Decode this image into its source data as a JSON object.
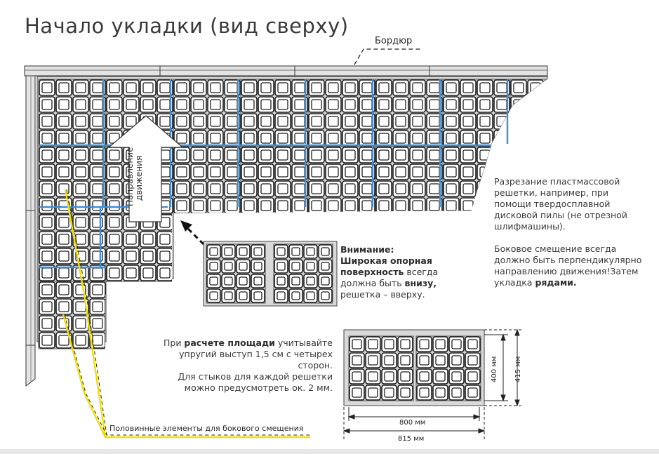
{
  "title": "Начало укладки (вид сверху)",
  "curb_label": "Бордюр",
  "direction_label": {
    "line1": "Направление",
    "line2": "движения"
  },
  "attention": {
    "heading": "Внимание:",
    "line2_bold": "Широкая опорная",
    "line3_bold": "поверхность",
    "line3_rest": " всегда",
    "line4_pre": "должна быть ",
    "line4_bold": "внизу,",
    "line5": "решетка – вверху."
  },
  "right_text": {
    "p1_l1": "Разрезание пластмассовой",
    "p1_l2": "решетки, например, при",
    "p1_l3": "помощи твердосплавной",
    "p1_l4": "дисковой пилы (не отрезной",
    "p1_l5": "шлифмашины).",
    "p2_l1": "Боковое смещение всегда",
    "p2_l2": "должно быть перпендикулярно",
    "p2_l3": "направлению движения!Затем",
    "p2_l4_pre": "укладка ",
    "p2_l4_bold": "рядами."
  },
  "calc_text": {
    "l1_pre": "При ",
    "l1_bold": "расчете площади",
    "l1_rest": " учитывайте",
    "l2": "упругий выступ 1,5 см с четырех",
    "l3": "сторон.",
    "l4": "Для стыков для каждой решетки",
    "l5": "можно предусмотреть ок. 2 мм."
  },
  "half_elements_label": "Половинные элементы для бокового смещения",
  "dimensions": {
    "inner_width": "800 мм",
    "outer_width": "815 мм",
    "inner_height": "400 мм",
    "outer_height": "415 мм"
  },
  "colors": {
    "joint_blue": "#3d8fd6",
    "cell_outline": "#1e1e1e",
    "grid_fill": "#d6d6d6",
    "curb_fill": "#e3e3e3",
    "leader_yellow": "#f0e000"
  }
}
